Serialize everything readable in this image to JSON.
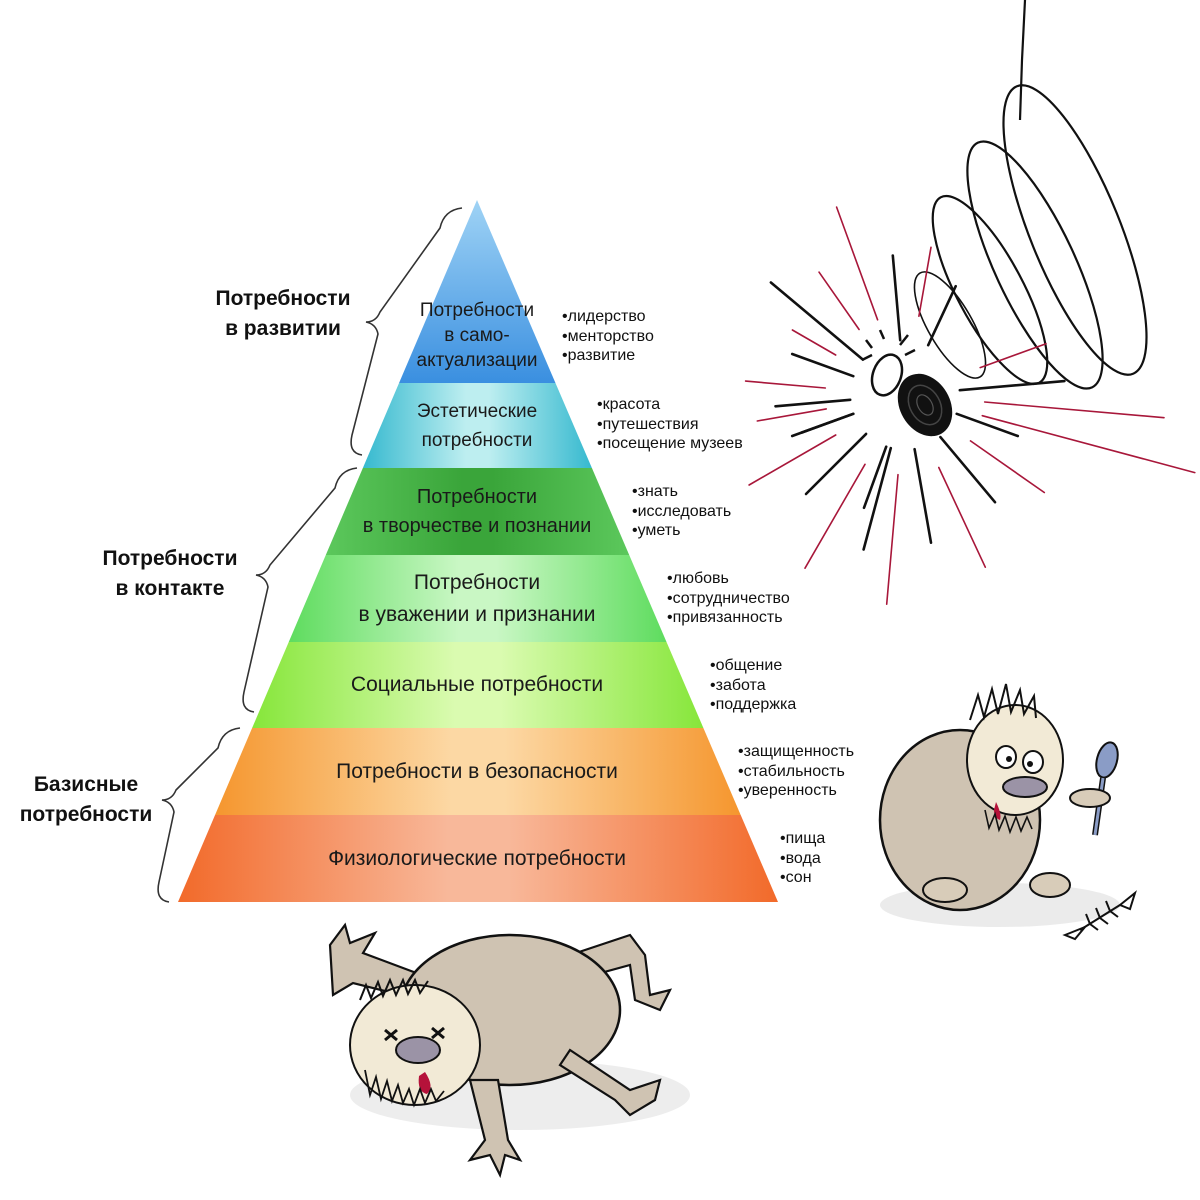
{
  "diagram": {
    "type": "pyramid",
    "title": "",
    "layers": [
      {
        "label": [
          "Потребности",
          "в само-",
          "актуализации"
        ],
        "examples": [
          "лидерство",
          "менторство",
          "развитие"
        ],
        "color_start": "#9fd3f5",
        "color_end": "#3a8fe0"
      },
      {
        "label": [
          "Эстетические",
          "потребности"
        ],
        "examples": [
          "красота",
          "путешествия",
          "посещение музеев"
        ],
        "color_start": "#36b9cf",
        "color_end": "#bdeef0"
      },
      {
        "label": [
          "Потребности",
          "в творчестве и познании"
        ],
        "examples": [
          "знать",
          "исследовать",
          "уметь"
        ],
        "color_start": "#5cc85c",
        "color_end": "#3aa53a"
      },
      {
        "label": [
          "Потребности",
          "в уважении и признании"
        ],
        "examples": [
          "любовь",
          "сотрудничество",
          "привязанность"
        ],
        "color_start": "#5edc5e",
        "color_end": "#c9f7c4"
      },
      {
        "label": [
          "Социальные потребности"
        ],
        "examples": [
          "общение",
          "забота",
          "поддержка"
        ],
        "color_start": "#86e63a",
        "color_end": "#dafbb0"
      },
      {
        "label": [
          "Потребности в безопасности"
        ],
        "examples": [
          "защищенность",
          "стабильность",
          "уверенность"
        ],
        "color_start": "#f5962e",
        "color_end": "#fcd8a4"
      },
      {
        "label": [
          "Физиологические потребности"
        ],
        "examples": [
          "пища",
          "вода",
          "сон"
        ],
        "color_start": "#f26a2a",
        "color_end": "#f8b89a"
      }
    ],
    "groups": [
      {
        "label": [
          "Потребности",
          "в развитии"
        ],
        "spans_layers": [
          0,
          1
        ]
      },
      {
        "label": [
          "Потребности",
          "в контакте"
        ],
        "spans_layers": [
          2,
          4
        ]
      },
      {
        "label": [
          "Базисные",
          "потребности"
        ],
        "spans_layers": [
          5,
          6
        ]
      }
    ]
  },
  "illustrations": [
    {
      "name": "exploding-creature",
      "description": "spring-bounced creature crashing with red burst lines"
    },
    {
      "name": "sitting-creature-with-spoon",
      "description": "furry creature holding a spoon, fish skeleton nearby"
    },
    {
      "name": "collapsed-creature",
      "description": "furry creature lying flat with x-eyes and tongue out"
    }
  ],
  "colors": {
    "burst_red": "#a8173a",
    "ink": "#111111",
    "fur": "#cfc3b2",
    "tongue": "#b5123a",
    "nose": "#9b93a6",
    "spoon": "#8a9cc6"
  }
}
